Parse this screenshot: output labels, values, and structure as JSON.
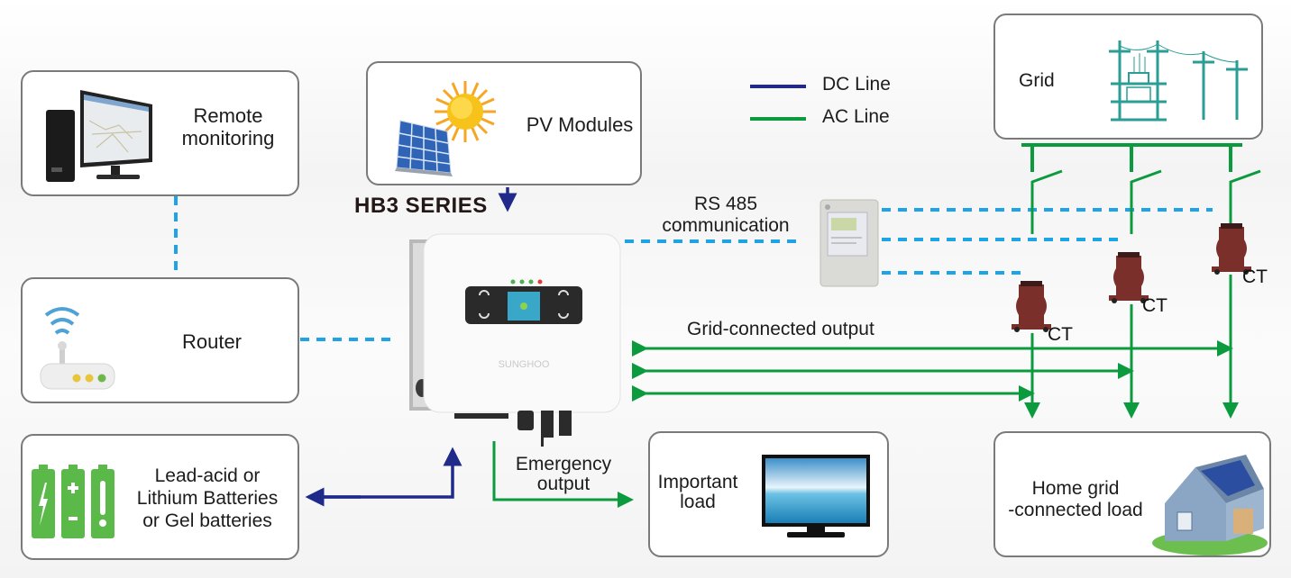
{
  "diagram": {
    "series_title": "HB3 SERIES",
    "legend": [
      {
        "label": "DC Line",
        "color": "#1f2a8a"
      },
      {
        "label": "AC Line",
        "color": "#0b9a3e"
      }
    ],
    "colors": {
      "dc_line": "#1f2a8a",
      "ac_line": "#0b9a3e",
      "comm_line": "#1ea3e6",
      "box_border": "#7a7a7a"
    },
    "nodes": {
      "remote_monitoring": {
        "label_line1": "Remote",
        "label_line2": "monitoring",
        "icon": "desktop-computer-icon"
      },
      "router": {
        "label": "Router",
        "icon": "wifi-router-icon"
      },
      "batteries": {
        "label_line1": "Lead-acid or",
        "label_line2": "Lithium Batteries",
        "label_line3": "or Gel batteries",
        "icon": "battery-icon"
      },
      "pv_modules": {
        "label": "PV Modules",
        "icon": "solar-panel-sun-icon"
      },
      "inverter": {
        "brand": "SUNGHOO",
        "icon": "hybrid-inverter-icon"
      },
      "meter": {
        "label_line1": "RS 485",
        "label_line2": "communication",
        "icon": "energy-meter-icon"
      },
      "grid": {
        "label": "Grid",
        "icon": "power-pole-icon"
      },
      "important_load": {
        "label_line1": "Important",
        "label_line2": "load",
        "icon": "television-icon"
      },
      "home_load": {
        "label_line1": "Home grid",
        "label_line2": "-connected load",
        "icon": "house-icon"
      }
    },
    "edge_labels": {
      "grid_output": "Grid-connected output",
      "emergency_line1": "Emergency",
      "emergency_line2": "output"
    },
    "ct_label": "CT",
    "ct_count": 3
  }
}
